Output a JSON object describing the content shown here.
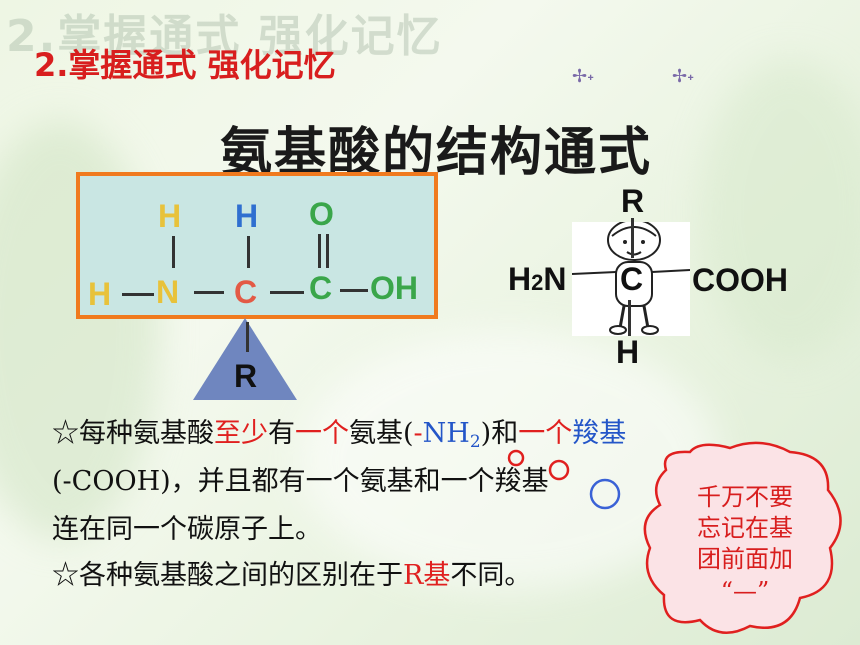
{
  "header": {
    "watermark": "2.掌握通式  强化记忆",
    "label": "2.掌握通式 强化记忆"
  },
  "title": "氨基酸的结构通式",
  "formula": {
    "top_h_left": "H",
    "top_h_mid": "H",
    "top_o": "O",
    "h": "H",
    "n": "N",
    "c_alpha": "C",
    "c_carboxyl": "C",
    "oh": "OH",
    "r": "R",
    "colors": {
      "yellow": "#e8c23a",
      "blue": "#2f6fd0",
      "green": "#3aa64a",
      "red": "#e35a45"
    }
  },
  "kid_formula": {
    "r": "R",
    "h2n_main": "H",
    "h2n_sub": "2",
    "h2n_end": "N",
    "c": "C",
    "cooh": "COOH",
    "h": "H"
  },
  "text": {
    "line1": {
      "star": "☆",
      "a": "每种氨基酸",
      "b": "至少",
      "c": "有",
      "d": "一个",
      "e": "氨基(",
      "f": "-",
      "g": "NH",
      "g_sub": "2",
      "h": ")和",
      "i": "一个",
      "j": "羧基"
    },
    "line2": "(-COOH)，并且都有一个氨基和一个羧基",
    "line3": "连在同一个碳原子上。",
    "line4": {
      "star": "☆",
      "a": "各种氨基酸之间的区别在于",
      "b": "R基",
      "c": "不同。"
    }
  },
  "bubble": {
    "line1": "千万不要",
    "line2": "忘记在基",
    "line3": "团前面加",
    "line4": "“—”"
  }
}
